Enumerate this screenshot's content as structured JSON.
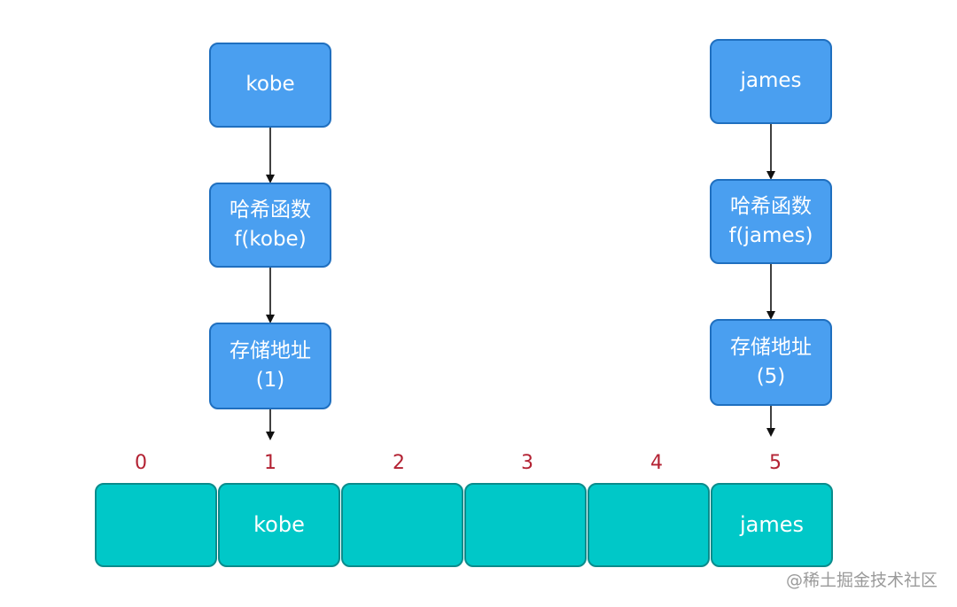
{
  "left_chain": {
    "key_label": "kobe",
    "hash_label": "哈希函数",
    "hash_call": "f(kobe)",
    "address_label": "存储地址",
    "address_value": "(1)"
  },
  "right_chain": {
    "key_label": "james",
    "hash_label": "哈希函数",
    "hash_call": "f(james)",
    "address_label": "存储地址",
    "address_value": "(5)"
  },
  "array": {
    "indices": [
      "0",
      "1",
      "2",
      "3",
      "4",
      "5"
    ],
    "cells": [
      "",
      "kobe",
      "",
      "",
      "",
      "james"
    ]
  },
  "colors": {
    "function_box": "#4a9ff0",
    "array_cell": "#00c8c8",
    "index_text": "#b32233"
  },
  "watermark": "@稀土掘金技术社区"
}
